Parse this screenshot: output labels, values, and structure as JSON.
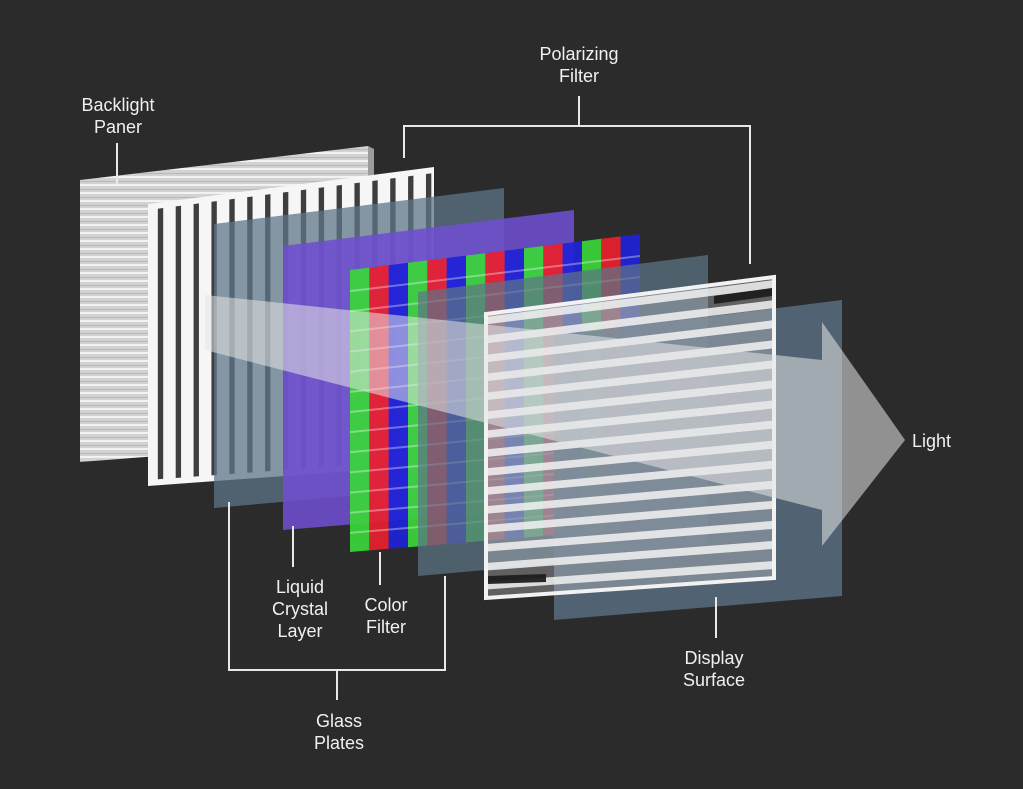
{
  "diagram": {
    "background": "#2b2b2b",
    "labels": {
      "backlight_panel": [
        "Backlight",
        "Paner"
      ],
      "polarizing_filter": [
        "Polarizing",
        "Filter"
      ],
      "liquid_crystal_layer": [
        "Liquid",
        "Crystal",
        "Layer"
      ],
      "color_filter": [
        "Color",
        "Filter"
      ],
      "display_surface": [
        "Display",
        "Surface"
      ],
      "glass_plates": [
        "Glass",
        "Plates"
      ],
      "light": "Light"
    },
    "colors": {
      "backlight": "#d4d4d4",
      "polarizer": "#f4f4f4",
      "glass": "#5a7286",
      "liquid_crystal": "#6e4fd0",
      "subpixel_red": "#e8202e",
      "subpixel_green": "#3ad63a",
      "subpixel_blue": "#1f22d8",
      "display_surface": "#55687a",
      "light_arrow": "#e6e6e6"
    }
  }
}
